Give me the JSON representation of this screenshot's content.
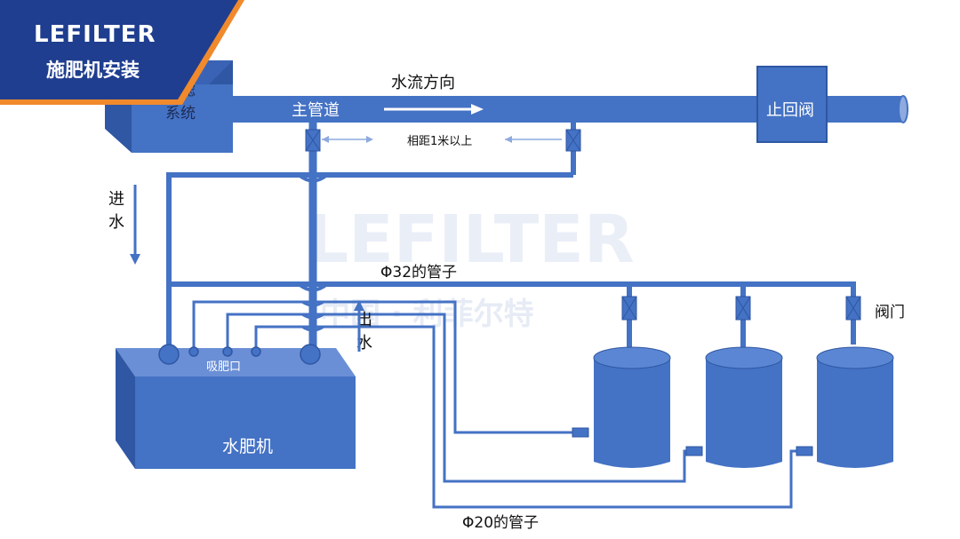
{
  "brand": {
    "logo_text": "LEFILTER",
    "title": "施肥机安装",
    "watermark_logo": "LEFILTER",
    "watermark_cn": "中国 · 利菲尔特"
  },
  "labels": {
    "filter_system_top": "过滤",
    "filter_system": "系统",
    "main_pipe": "主管道",
    "flow_direction": "水流方向",
    "check_valve": "止回阀",
    "distance": "相距1米以上",
    "water_in_1": "进",
    "water_in_2": "水",
    "water_out_1": "出",
    "water_out_2": "水",
    "pipe_32": "Φ32的管子",
    "valve": "阀门",
    "suction_port": "吸肥口",
    "machine": "水肥机",
    "pipe_20": "Φ20的管子"
  },
  "colors": {
    "pipe": "#4472c4",
    "pipe_dark": "#2f57a3",
    "tank_light": "#5b86d4",
    "banner": "#1f3e8f",
    "banner_accent": "#f08a2c"
  }
}
